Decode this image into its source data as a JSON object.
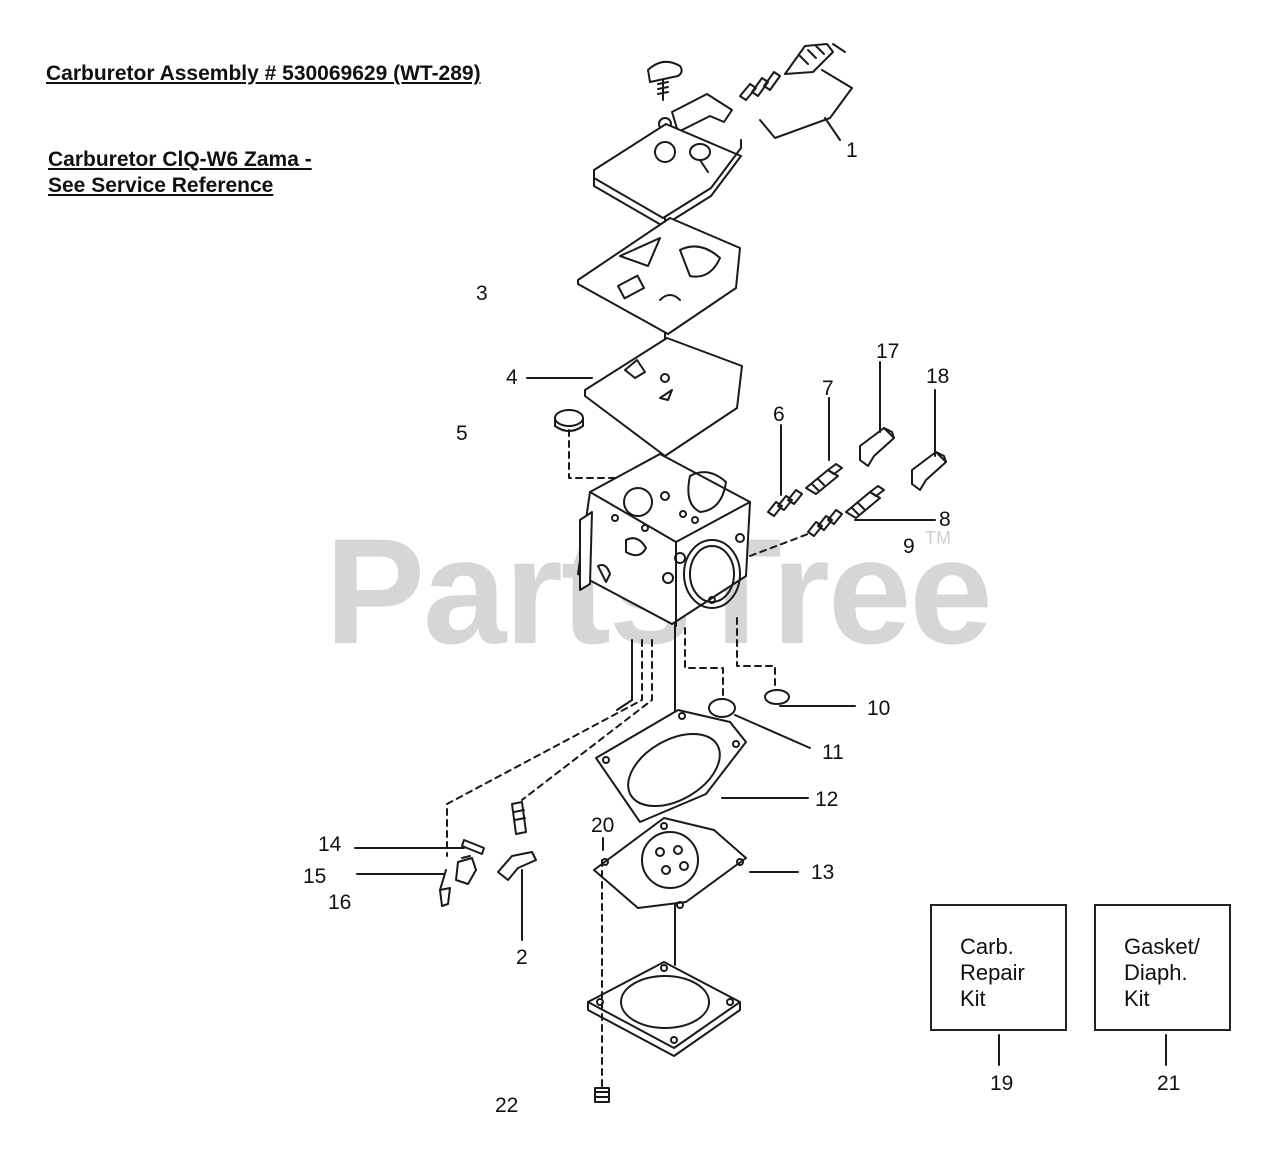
{
  "header": {
    "assembly_title": "Carburetor Assembly # 530069629 (WT-289)",
    "reference_line1": "Carburetor ClQ-W6 Zama -",
    "reference_line2": "See Service Reference"
  },
  "watermark": {
    "text": "PartsTree",
    "trademark": "TM"
  },
  "callouts": {
    "n1": "1",
    "n2": "2",
    "n3": "3",
    "n4": "4",
    "n5": "5",
    "n6": "6",
    "n7": "7",
    "n8": "8",
    "n9": "9",
    "n10": "10",
    "n11": "11",
    "n12": "12",
    "n13": "13",
    "n14": "14",
    "n15": "15",
    "n16": "16",
    "n17": "17",
    "n18": "18",
    "n19": "19",
    "n20": "20",
    "n21": "21",
    "n22": "22"
  },
  "kits": {
    "carb_repair": "Carb.\nRepair\nKit",
    "gasket_diaph": "Gasket/\nDiaph.\nKit"
  },
  "colors": {
    "line": "#1a1a1a",
    "watermark": "#d6d6d6"
  }
}
